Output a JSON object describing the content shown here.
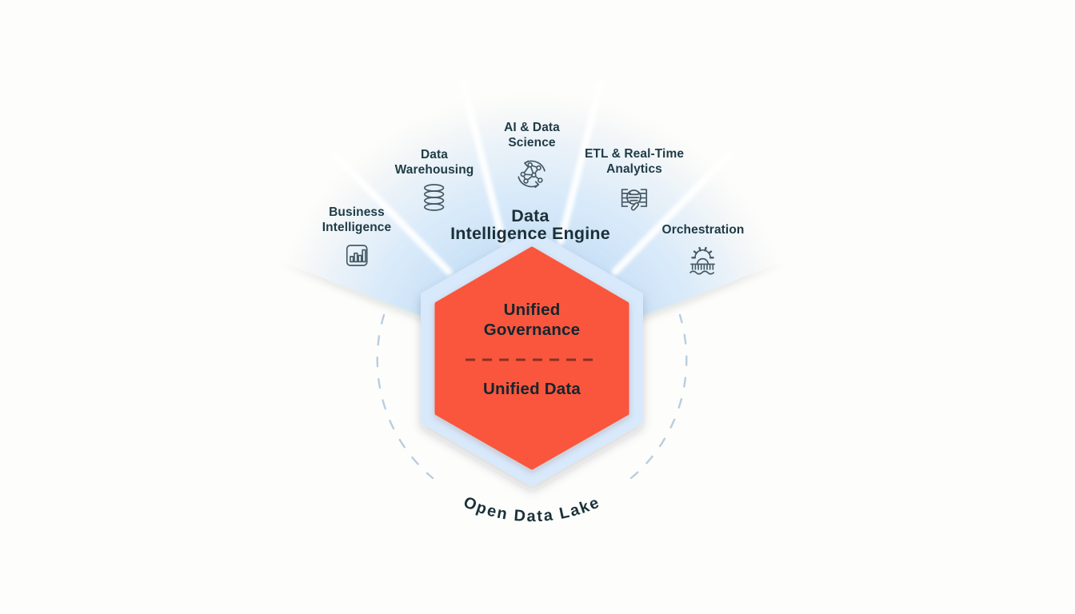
{
  "engine": {
    "line1": "Data",
    "line2": "Intelligence Engine"
  },
  "workloads": [
    {
      "id": "business-intelligence",
      "line1": "Business",
      "line2": "Intelligence",
      "icon": "bar-chart-icon"
    },
    {
      "id": "data-warehousing",
      "line1": "Data",
      "line2": "Warehousing",
      "icon": "database-icon"
    },
    {
      "id": "ai-data-science",
      "line1": "AI & Data",
      "line2": "Science",
      "icon": "network-cycle-icon"
    },
    {
      "id": "etl-realtime-analytics",
      "line1": "ETL & Real-Time",
      "line2": "Analytics",
      "icon": "pipeline-magnifier-icon"
    },
    {
      "id": "orchestration",
      "line1": "Orchestration",
      "line2": "",
      "icon": "gear-bridge-icon"
    }
  ],
  "hexagon": {
    "governance_label": "Unified Governance",
    "data_label": "Unified Data"
  },
  "lake": {
    "label": "Open Data Lake"
  },
  "colors": {
    "hexagon_fill": "#F9573C",
    "hex_halo": "#D7E9FB",
    "fan_blue": "#C7DFF6",
    "navy_text": "#1B3139",
    "label_text": "#1F3B46",
    "hex_text": "#13252E",
    "icon_stroke": "#465A64",
    "dash_circle": "#B9CDE0",
    "divider_dash": "#6E2A22"
  }
}
